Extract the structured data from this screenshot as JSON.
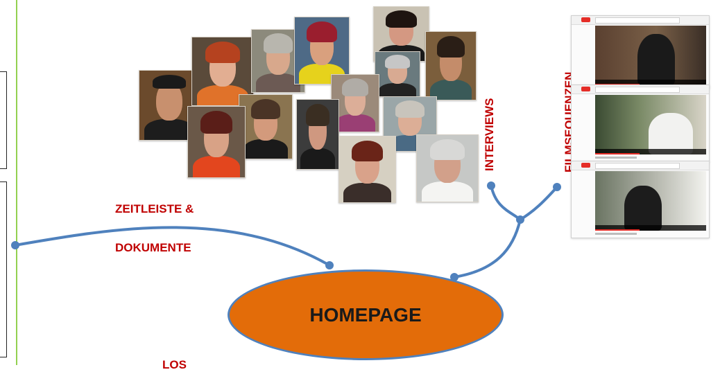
{
  "labels": {
    "timeline_line1": "ZEITLEISTE &",
    "timeline_line2": "DOKUMENTE",
    "interviews": "INTERVIEWS",
    "film": "FILMSEQUENZEN",
    "hub": "HOMEPAGE",
    "bottom_partial": "LOS"
  },
  "colors": {
    "label_red": "#c00000",
    "hub_fill": "#e36c09",
    "connector_blue": "#4f81bd",
    "accent_green": "#92d050"
  },
  "icons": {
    "interview_photos": "portrait-photo",
    "film_clips": "video-thumbnail"
  }
}
